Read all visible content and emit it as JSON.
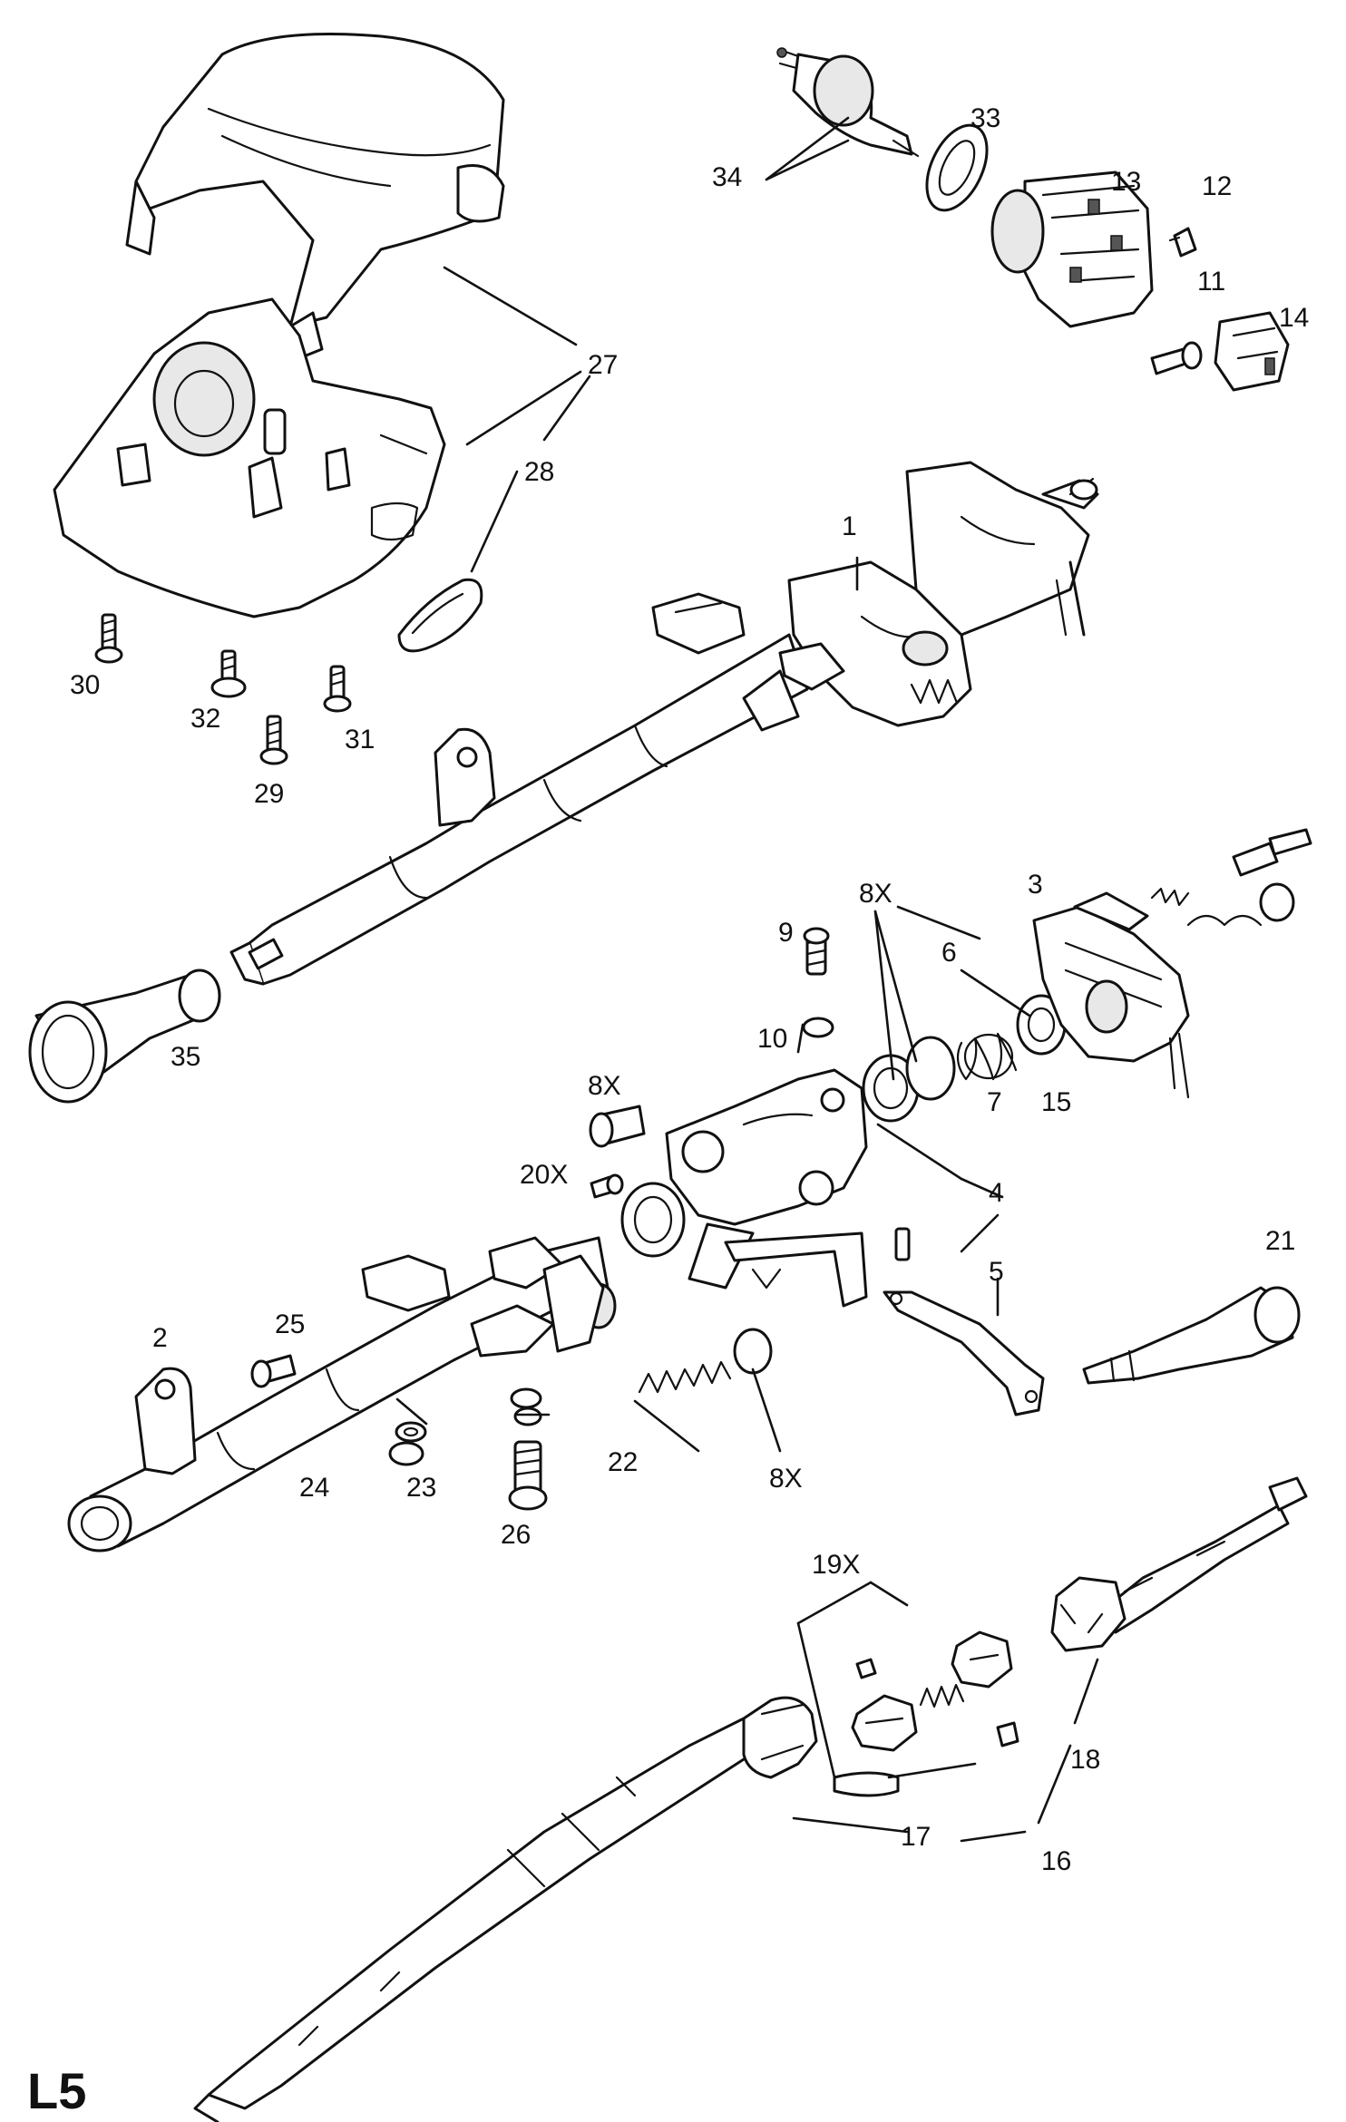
{
  "diagram": {
    "page_label": "L5",
    "callouts": {
      "c1": "1",
      "c2": "2",
      "c3": "3",
      "c4": "4",
      "c5": "5",
      "c6": "6",
      "c7": "7",
      "c8x_top": "8X",
      "c8x_left": "8X",
      "c8x_bottom": "8X",
      "c9": "9",
      "c10": "10",
      "c11": "11",
      "c12": "12",
      "c13": "13",
      "c14": "14",
      "c15": "15",
      "c16": "16",
      "c17": "17",
      "c18": "18",
      "c19x": "19X",
      "c20x": "20X",
      "c21": "21",
      "c22": "22",
      "c23": "23",
      "c24": "24",
      "c25": "25",
      "c26": "26",
      "c27": "27",
      "c28": "28",
      "c29": "29",
      "c30": "30",
      "c31": "31",
      "c32": "32",
      "c33": "33",
      "c34": "34",
      "c35": "35"
    }
  }
}
